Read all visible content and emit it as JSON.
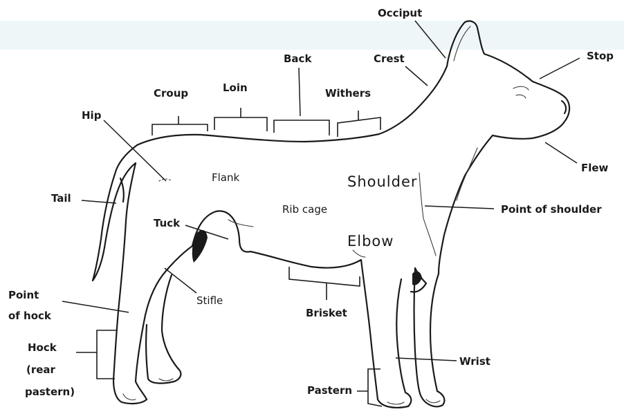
{
  "labels": {
    "occiput": "Occiput",
    "crest": "Crest",
    "stop": "Stop",
    "back": "Back",
    "loin": "Loin",
    "croup": "Croup",
    "withers": "Withers",
    "hip": "Hip",
    "flank": "Flank",
    "shoulder": "Shoulder",
    "flew": "Flew",
    "tail": "Tail",
    "point_of_shoulder": "Point of shoulder",
    "tuck": "Tuck",
    "rib_cage": "Rib cage",
    "elbow": "Elbow",
    "point_of_hock_1": "Point",
    "point_of_hock_2": "of hock",
    "stifle": "Stifle",
    "brisket": "Brisket",
    "hock_1": "Hock",
    "hock_2": "(rear",
    "hock_3": "pastern)",
    "wrist": "Wrist",
    "pastern": "Pastern"
  }
}
